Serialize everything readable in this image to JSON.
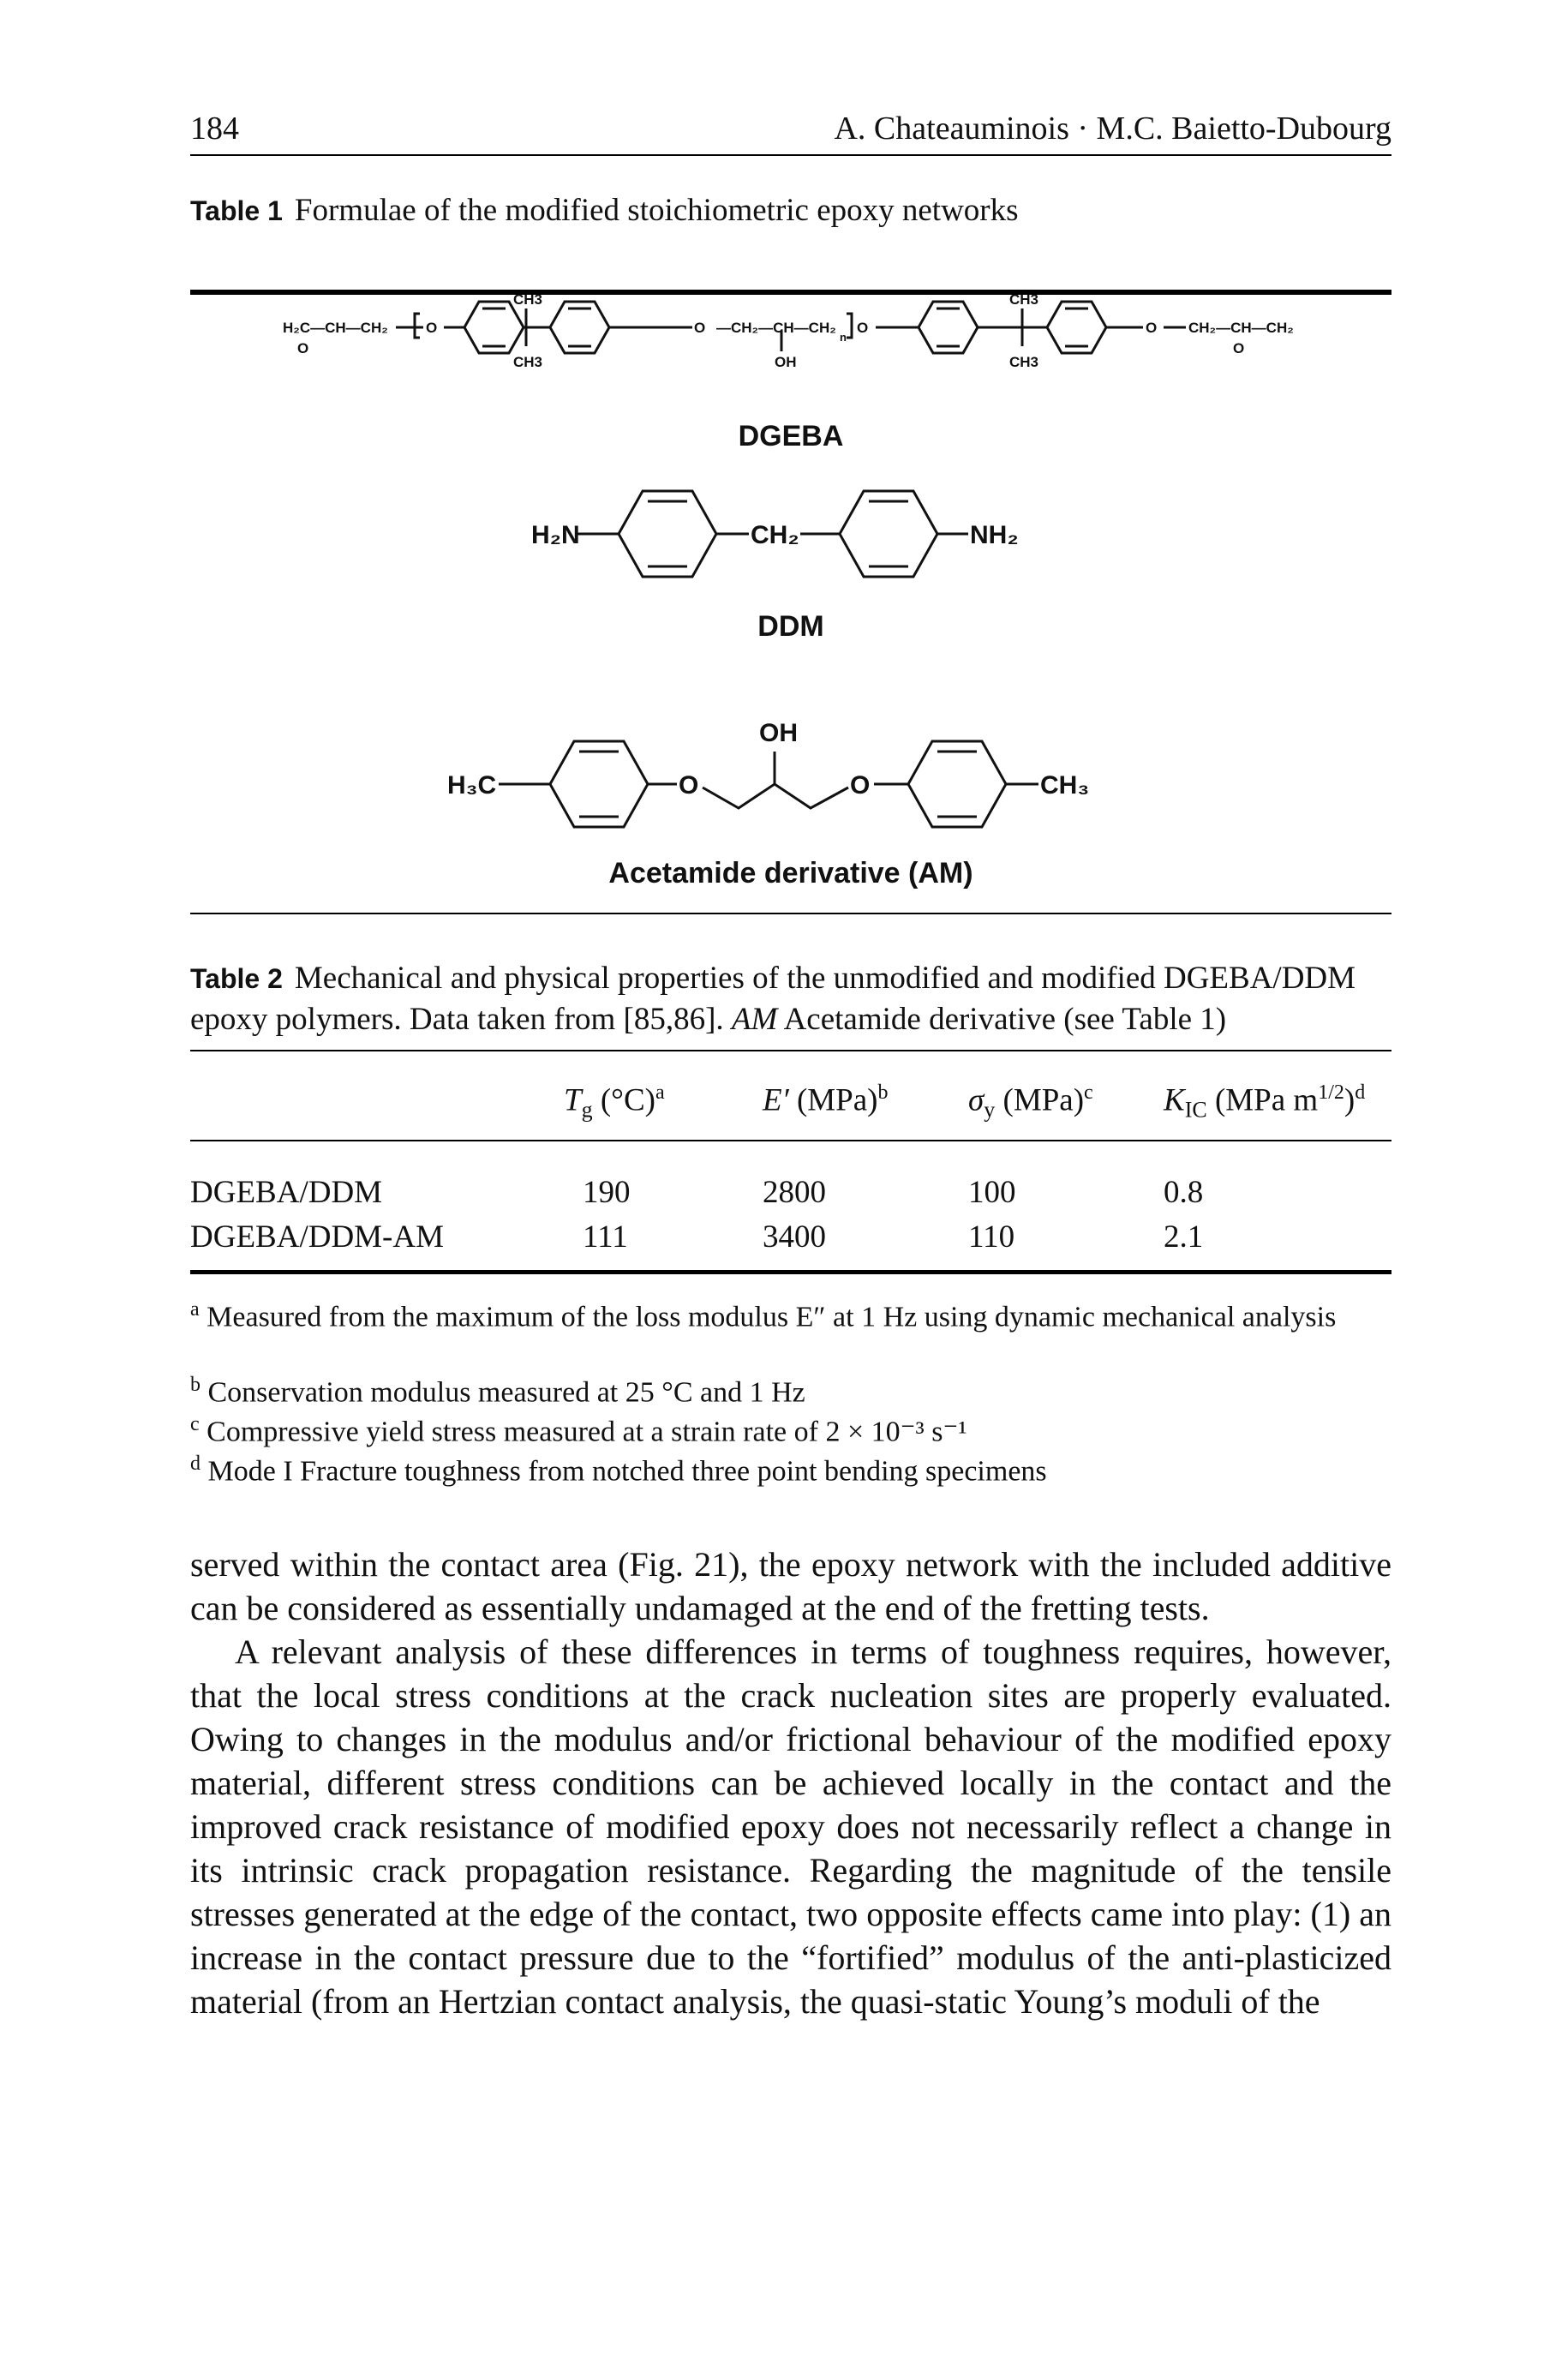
{
  "header": {
    "page_number": "184",
    "running_head": "A. Chateauminois · M.C. Baietto-Dubourg"
  },
  "table1": {
    "label": "Table 1",
    "caption": "Formulae of the modified stoichiometric epoxy networks",
    "molecules": [
      {
        "name": "DGEBA",
        "labels": {
          "left_end": "H2C—CH—CH2",
          "o": "O",
          "ch3": "CH3",
          "oh": "OH",
          "n": "n",
          "right_end": "CH2—CH—CH2"
        }
      },
      {
        "name": "DDM",
        "labels": {
          "left": "H2N",
          "mid": "CH2",
          "right": "NH2"
        }
      },
      {
        "name": "Acetamide derivative (AM)",
        "labels": {
          "left": "H3C",
          "o": "O",
          "oh": "OH",
          "right": "CH3"
        }
      }
    ]
  },
  "table2": {
    "label": "Table 2",
    "caption": "Mechanical and physical properties of the unmodified and modified DGEBA/DDM epoxy polymers. Data taken from [85,86]. AM Acetamide derivative (see Table 1)",
    "columns": [
      {
        "sym": "T",
        "sub": "g",
        "unit": " (°C)",
        "note": "a"
      },
      {
        "sym": "E′",
        "sub": "",
        "unit": " (MPa)",
        "note": "b"
      },
      {
        "sym": "σ",
        "sub": "y",
        "unit": " (MPa)",
        "note": "c"
      },
      {
        "sym": "K",
        "sub": "IC",
        "unit": " (MPa m",
        "exp": "1/2",
        "close": ")",
        "note": "d"
      }
    ],
    "rows": [
      {
        "name": "DGEBA/DDM",
        "values": [
          "190",
          "2800",
          "100",
          "0.8"
        ]
      },
      {
        "name": "DGEBA/DDM-AM",
        "values": [
          "111",
          "3400",
          "110",
          "2.1"
        ]
      }
    ],
    "footnotes": [
      {
        "mark": "a",
        "text": "Measured from the maximum of the loss modulus E″ at 1 Hz using dynamic mechanical analysis"
      },
      {
        "mark": "b",
        "text": "Conservation modulus measured at 25 °C and 1 Hz"
      },
      {
        "mark": "c",
        "text": "Compressive yield stress measured at a strain rate of 2 × 10⁻³ s⁻¹"
      },
      {
        "mark": "d",
        "text": "Mode I Fracture toughness from notched three point bending specimens"
      }
    ]
  },
  "body": {
    "paragraph1": "served within the contact area (Fig. 21), the epoxy network with the included additive can be considered as essentially undamaged at the end of the fretting tests.",
    "paragraph2": "A relevant analysis of these differences in terms of toughness requires, however, that the local stress conditions at the crack nucleation sites are properly evaluated. Owing to changes in the modulus and/or frictional behaviour of the modified epoxy material, different stress conditions can be achieved locally in the contact and the improved crack resistance of modified epoxy does not necessarily reflect a change in its intrinsic crack propagation resistance. Regarding the magnitude of the tensile stresses generated at the edge of the contact, two opposite effects came into play: (1) an increase in the contact pressure due to the “fortified” modulus of the anti-plasticized material (from an Hertzian contact analysis, the quasi-static Young’s moduli of the"
  }
}
